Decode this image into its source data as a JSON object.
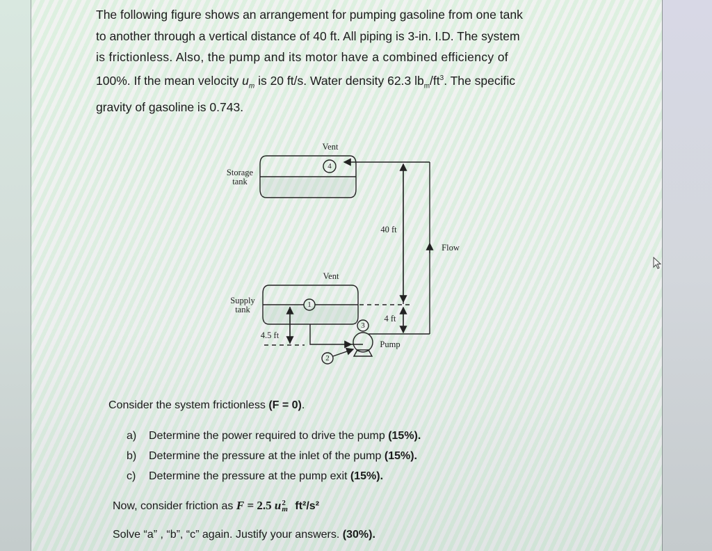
{
  "problem": {
    "intro_lines": [
      "The following figure shows an arrangement for pumping gasoline from one tank",
      "to another through a vertical distance of 40 ft. All piping is 3-in. I.D. The system",
      "is frictionless. Also, the pump and its motor have a combined efficiency of",
      "100%. If the mean velocity u",
      "gravity of gasoline is 0.743."
    ],
    "line4": {
      "prefix": "100%. If the mean velocity ",
      "var": "u",
      "var_sub": "m",
      "middle": " is 20 ft/s. Water density 62.3 lb",
      "unit_sub": "m",
      "unit_tail": "/ft",
      "unit_sup": "3",
      "suffix": ". The specific"
    },
    "given": {
      "vertical_distance": "40 ft",
      "pipe_id": "3-in.",
      "efficiency": "100%",
      "mean_velocity": "20 ft/s",
      "water_density": "62.3 lbm/ft3",
      "specific_gravity_gasoline": "0.743"
    }
  },
  "diagram": {
    "storage_tank_label_1": "Storage",
    "storage_tank_label_2": "tank",
    "supply_tank_label_1": "Supply",
    "supply_tank_label_2": "tank",
    "vent_top": "Vent",
    "vent_bottom": "Vent",
    "height_40": "40 ft",
    "height_4": "4 ft",
    "height_4_5": "4.5 ft",
    "flow": "Flow",
    "pump": "Pump",
    "points": [
      "1",
      "2",
      "3",
      "4"
    ]
  },
  "questions": {
    "intro": "Consider the system frictionless ",
    "intro_bold": "(F = 0)",
    "intro_end": ".",
    "items": [
      {
        "letter": "a)",
        "text": "Determine the power required to drive the pump ",
        "weight": "(15%)."
      },
      {
        "letter": "b)",
        "text": "Determine the pressure at the inlet of the pump ",
        "weight": "(15%)."
      },
      {
        "letter": "c)",
        "text": "Determine the pressure at the pump exit ",
        "weight": "(15%)."
      }
    ],
    "friction_prefix": "Now, consider friction as ",
    "friction_F": "F",
    "friction_eq": " = 2.5 ",
    "friction_u": "u",
    "friction_sup": "2",
    "friction_sub": "m",
    "friction_units": "ft²/s²",
    "solve_text": "Solve “a” , “b”, “c” again. Justify your answers. ",
    "solve_weight": "(30%)."
  },
  "cursor": {
    "icon": "mouse-pointer-icon"
  }
}
